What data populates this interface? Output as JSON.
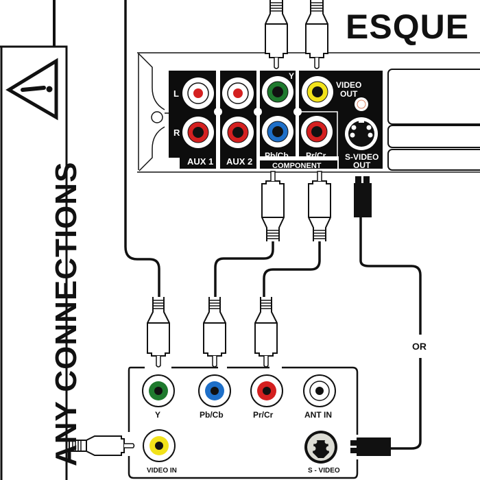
{
  "header": {
    "title": "ESQUE"
  },
  "sidebar": {
    "heading": "ANY CONNECTIONS",
    "warning_icon": "warning-triangle-icon"
  },
  "source_device": {
    "name": "rear-panel",
    "groups": [
      {
        "label": "AUX 1",
        "jacks": [
          {
            "label": "L",
            "color": "#d42020"
          },
          {
            "label": "R",
            "color": "#d42020"
          }
        ]
      },
      {
        "label": "AUX 2",
        "jacks": [
          {
            "label": "",
            "color": "#d42020"
          },
          {
            "label": "",
            "color": "#d42020"
          }
        ]
      },
      {
        "label": "COMPONENT",
        "jacks": [
          {
            "label": "Y",
            "color": "#1f7a2e"
          },
          {
            "label": "Pb/Cb",
            "color": "#1e6fc8"
          },
          {
            "label": "Pr/Cr",
            "color": "#d42020"
          }
        ]
      },
      {
        "label": "VIDEO OUT",
        "jacks": [
          {
            "label": "VIDEO OUT",
            "color": "#f2e21a"
          }
        ]
      },
      {
        "label": "S-VIDEO OUT",
        "jacks": [
          {
            "label": "S-VIDEO OUT",
            "color": "#ffffff"
          }
        ]
      }
    ],
    "labels": {
      "l": "L",
      "r": "R",
      "aux1": "AUX 1",
      "aux2": "AUX 2",
      "y": "Y",
      "pb": "Pb/Cb",
      "pr": "Pr/Cr",
      "component": "COMPONENT",
      "video_out_1": "VIDEO",
      "video_out_2": "OUT",
      "svideo_out_1": "S-VIDEO",
      "svideo_out_2": "OUT"
    }
  },
  "target_device": {
    "name": "tv-input-panel",
    "labels": {
      "y": "Y",
      "pb": "Pb/Cb",
      "pr": "Pr/Cr",
      "ant_in": "ANT IN",
      "video_in": "VIDEO IN",
      "s_video": "S - VIDEO"
    },
    "jack_colors": {
      "y": "#1f7a2e",
      "pb": "#1e6fc8",
      "pr": "#d42020",
      "ant": "#ffffff",
      "video": "#f2e21a"
    }
  },
  "cables": {
    "alternative_label": "OR"
  },
  "colors": {
    "ink": "#111111",
    "panel": "#0d0d0d",
    "background": "#ffffff"
  }
}
